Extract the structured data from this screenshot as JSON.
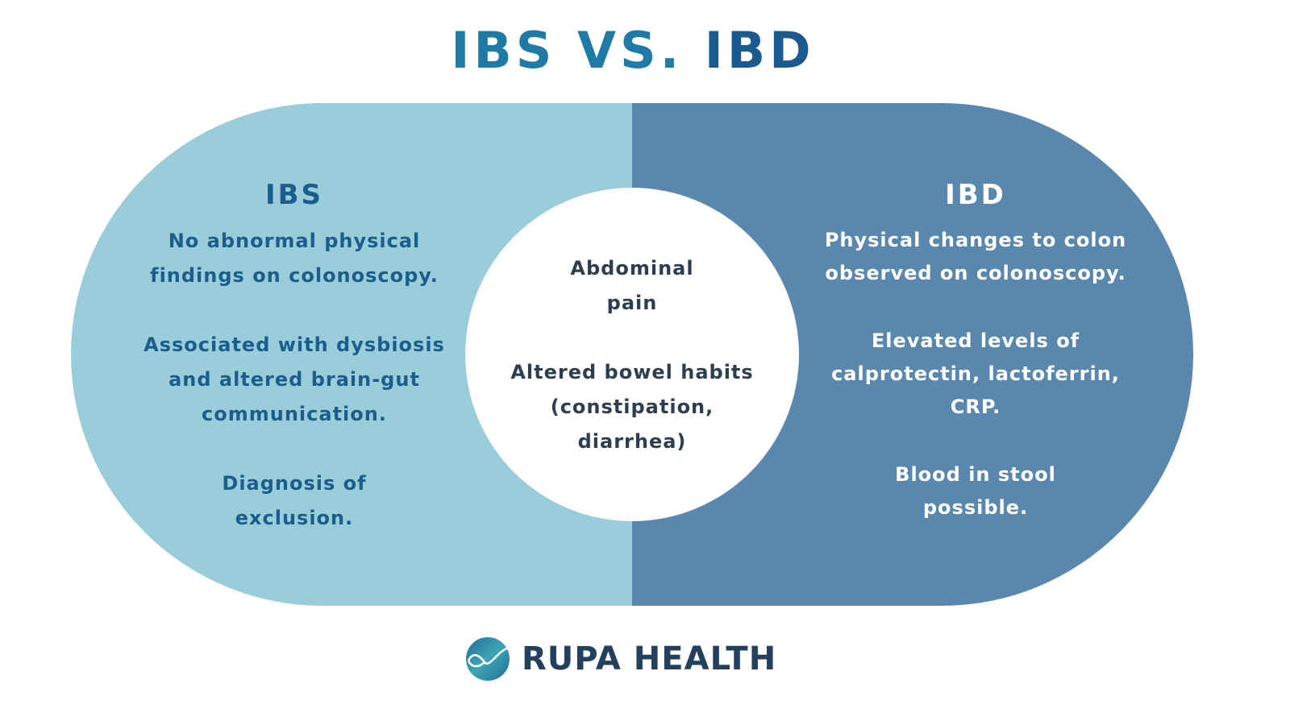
{
  "title": {
    "part1": "IBS VS.",
    "part2": "IBD"
  },
  "ibs": {
    "heading": "IBS",
    "points": [
      "No abnormal physical findings on colonoscopy.",
      "Associated with dysbiosis and altered brain-gut communication.",
      "Diagnosis of exclusion."
    ]
  },
  "shared": {
    "points": [
      "Abdominal pain",
      "Altered bowel habits (constipation, diarrhea)"
    ]
  },
  "ibd": {
    "heading": "IBD",
    "points": [
      "Physical changes to colon observed on colonoscopy.",
      "Elevated levels of calprotectin, lactoferrin, CRP.",
      "Blood in stool possible."
    ]
  },
  "brand": {
    "name": "RUPA HEALTH"
  },
  "colors": {
    "ibs_bg": "#99cdd9",
    "ibd_bg": "#5a87ae",
    "ibs_text": "#1b5e8c",
    "title_a": "#1f7ba6",
    "title_b": "#1a5a8e"
  }
}
